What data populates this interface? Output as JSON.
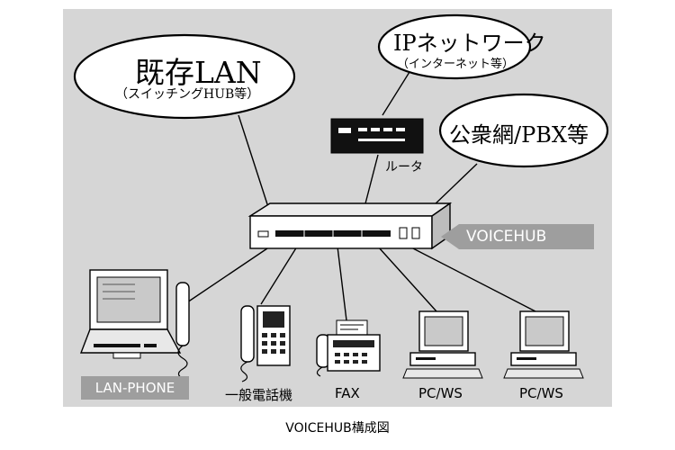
{
  "clouds": {
    "lan_title": "既存LAN",
    "lan_sub": "（スイッチングHUB等）",
    "ip_title": "IPネットワーク",
    "ip_sub": "（インターネット等）",
    "pbx_title": "公衆網/PBX等"
  },
  "devices": {
    "router_label": "ルータ",
    "hub_label": "VOICEHUB",
    "lanphone_label": "LAN-PHONE",
    "phone_label": "一般電話機",
    "fax_label": "FAX",
    "pcws1_label": "PC/WS",
    "pcws2_label": "PC/WS"
  },
  "caption": "VOICEHUB構成図",
  "colors": {
    "panel": "#d6d6d6",
    "tag": "#9e9e9e",
    "outline": "#000000"
  }
}
